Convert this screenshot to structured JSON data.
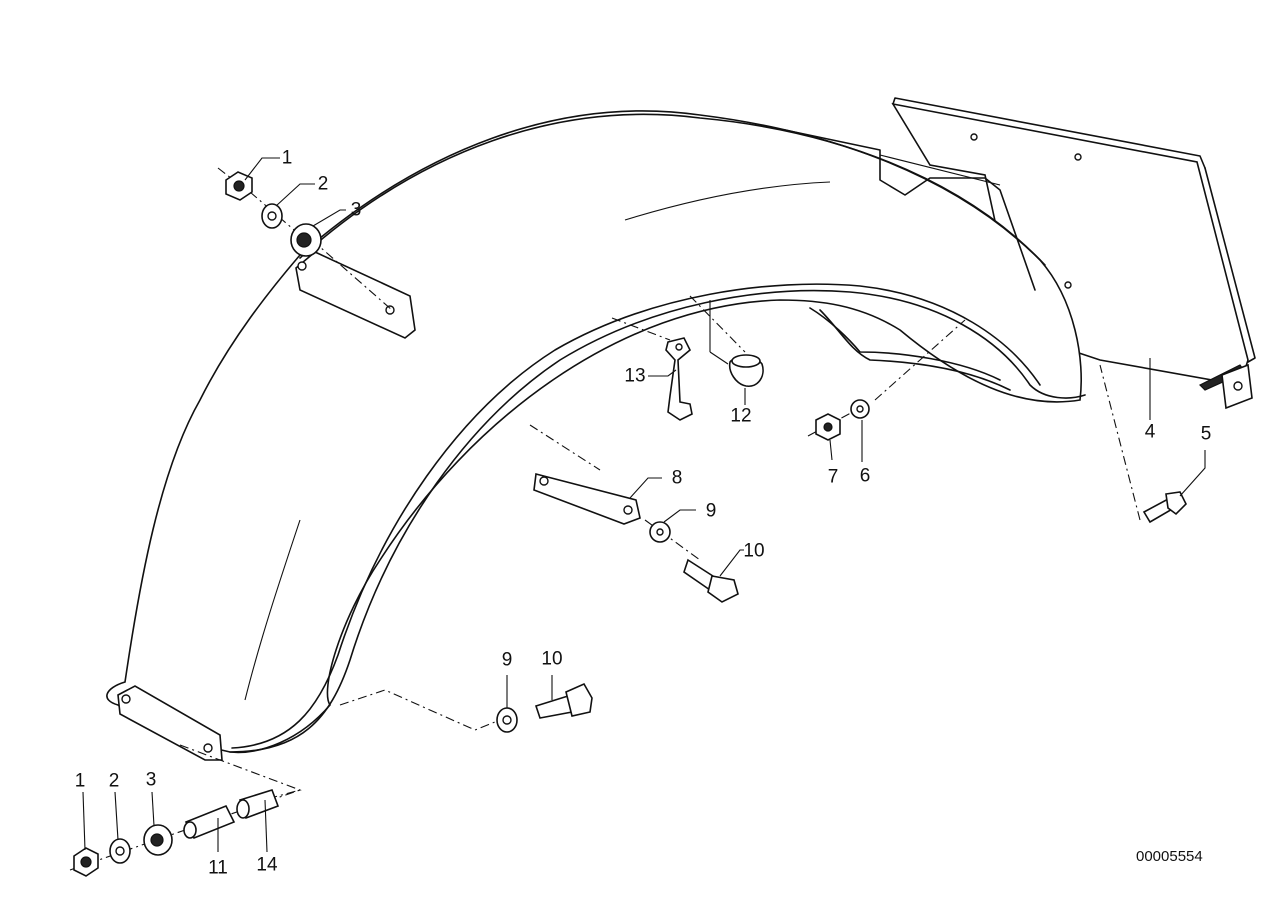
{
  "diagram": {
    "callouts": [
      "1",
      "2",
      "3",
      "13",
      "12",
      "4",
      "5",
      "7",
      "6",
      "8",
      "9",
      "10",
      "9",
      "10",
      "1",
      "2",
      "3",
      "11",
      "14"
    ],
    "reference_number": "00005554"
  }
}
